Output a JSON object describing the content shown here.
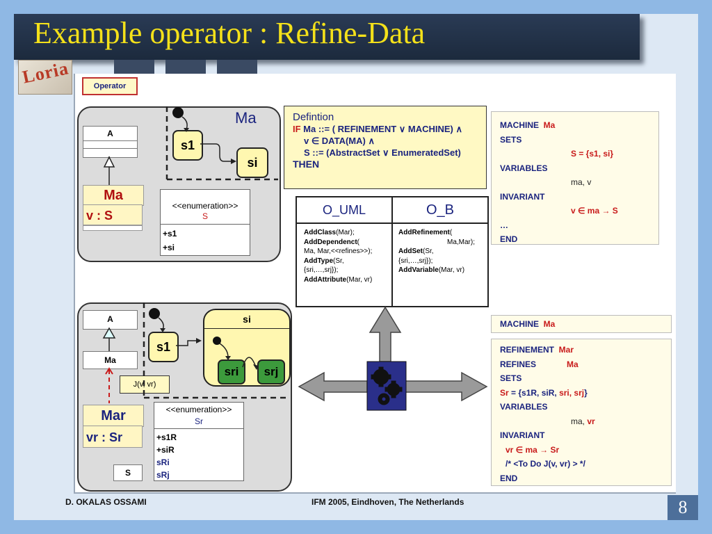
{
  "title": "Example operator : Refine-Data",
  "logo_text": "Loria",
  "operator_label": "Operator",
  "top_diagram": {
    "class_a": "A",
    "class_name": "Ma",
    "attribute": "v : S",
    "machine_label": "Ma",
    "state_s1": "s1",
    "state_si": "si",
    "enum_stereotype": "<<enumeration>>",
    "enum_name": "S",
    "enum_items": [
      "+s1",
      "+si"
    ]
  },
  "definition": {
    "heading": "Defintion",
    "if_kw": "IF",
    "line1": " Ma ::= ( REFINEMENT ∨ MACHINE) ∧",
    "line2": "v ∈ DATA(MA) ∧",
    "line3": "S ::= (AbstractSet ∨ EnumeratedSet)",
    "then_kw": "THEN"
  },
  "ops_table": {
    "col1_header": "O_UML",
    "col2_header": "O_B",
    "uml_ops": [
      {
        "name": "AddClass",
        "args": "(Mar);"
      },
      {
        "name": "AddDependenct",
        "args": "("
      },
      {
        "name": "",
        "args": "Ma, Mar,<<refines>>);"
      },
      {
        "name": "AddType",
        "args": "(Sr,"
      },
      {
        "name": "",
        "args": "{sri,…,srj});"
      },
      {
        "name": "AddAttribute",
        "args": "(Mar, vr)"
      }
    ],
    "b_ops": [
      {
        "name": "AddRefinement",
        "args": "("
      },
      {
        "name": "",
        "args": "Ma,Mar);"
      },
      {
        "name": "AddSet",
        "args": "(Sr,"
      },
      {
        "name": "",
        "args": "{sri,…,srj});"
      },
      {
        "name": "AddVariable",
        "args": "(Mar, vr)"
      }
    ]
  },
  "machine_ma": {
    "machine_kw": "MACHINE",
    "machine_name": "Ma",
    "sets_kw": "SETS",
    "sets_line": "S = {s1, si}",
    "variables_kw": "VARIABLES",
    "variables_line": "ma, v",
    "invariant_kw": "INVARIANT",
    "invariant_line": "v ∈ ma → S",
    "ellipsis": "…",
    "end_kw": "END"
  },
  "bottom_diagram": {
    "class_a": "A",
    "class_ma": "Ma",
    "class_name": "Mar",
    "attribute": "vr : Sr",
    "class_s": "S",
    "note": "J(v, vr)",
    "state_s1": "s1",
    "composite_label": "si",
    "state_sri": "sri",
    "state_srj": "srj",
    "enum_stereotype": "<<enumeration>>",
    "enum_name": "Sr",
    "enum_items": [
      "+s1R",
      "+siR"
    ],
    "enum_items_new": [
      "sRi",
      "sRj"
    ]
  },
  "machine_ma_small": {
    "machine_kw": "MACHINE",
    "machine_name": "Ma"
  },
  "refinement_mar": {
    "refinement_kw": "REFINEMENT",
    "refinement_name": "Mar",
    "refines_kw": "REFINES",
    "refines_name": "Ma",
    "sets_kw": "SETS",
    "sets_name": "Sr",
    "sets_rest": "= {s1R, siR, ",
    "sets_new": "sri, srj",
    "sets_close": "}",
    "variables_kw": "VARIABLES",
    "variables_old": "ma, ",
    "variables_new": "vr",
    "invariant_kw": "INVARIANT",
    "invariant_line": "vr ∈ ma → Sr",
    "comment_line": "/* <To Do J(v, vr) > */",
    "end_kw": "END"
  },
  "footer": {
    "author": "D. OKALAS OSSAMI",
    "conference": "IFM 2005, Eindhoven, The Netherlands",
    "slide_number": "8"
  },
  "colors": {
    "title": "#f4e11a",
    "title_bar": "#1f2f46",
    "frame": "#8fb8e4",
    "accent_red": "#c81a1a",
    "navy": "#1a237e",
    "gear_box": "#2a2f8a"
  }
}
